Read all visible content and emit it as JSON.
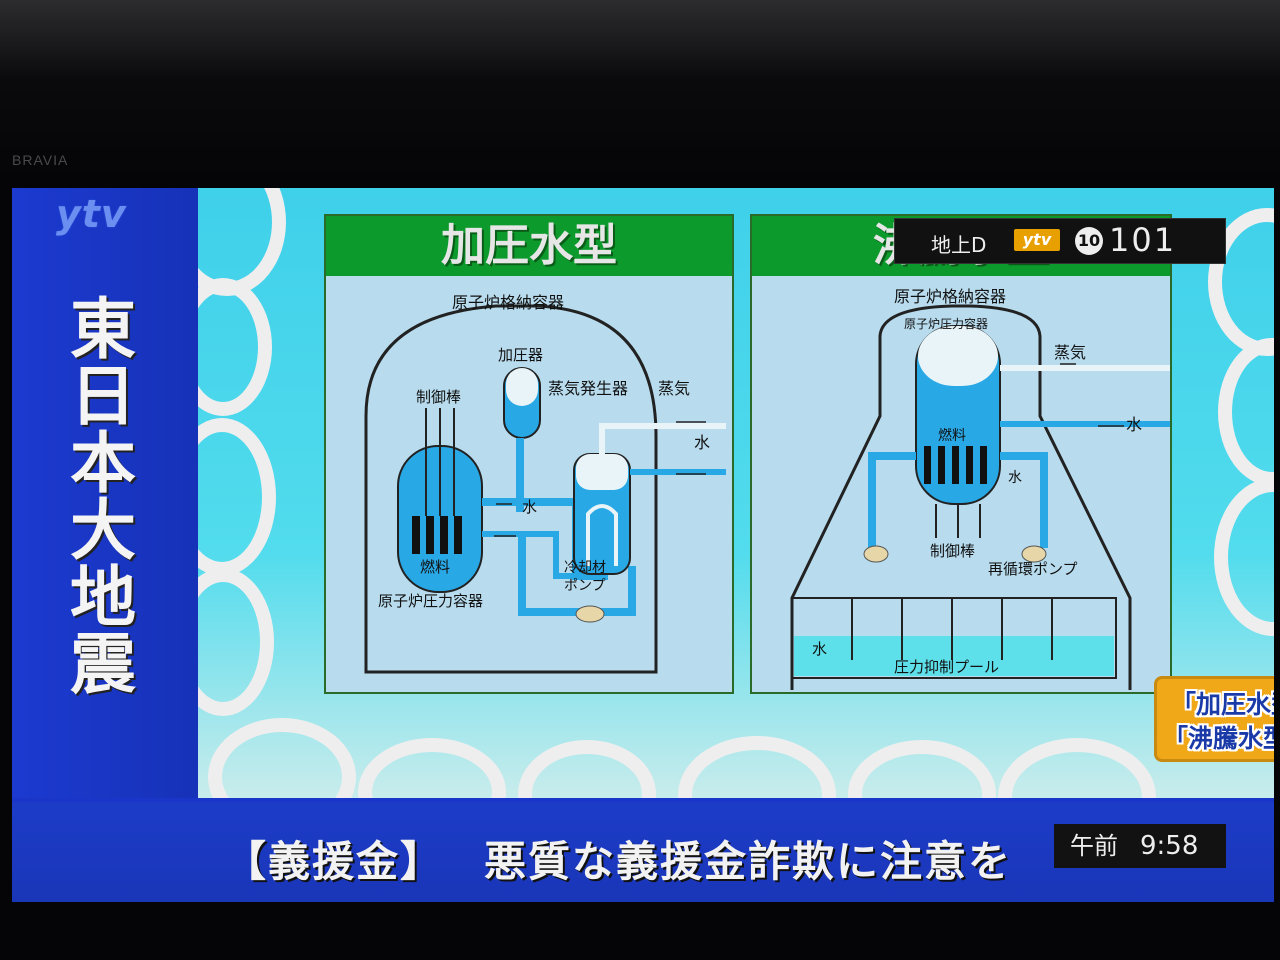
{
  "tv": {
    "brand": "BRAVIA"
  },
  "channel_logo": "ytv",
  "side_title": "東日本大地震",
  "panels": {
    "pwr": {
      "title": "加圧水型",
      "labels": {
        "containment": "原子炉格納容器",
        "pressurizer": "加圧器",
        "control_rods": "制御棒",
        "steam_generator": "蒸気発生器",
        "steam": "蒸気",
        "water_out": "水",
        "water_in": "水",
        "fuel": "燃料",
        "coolant_pump_1": "冷却材",
        "coolant_pump_2": "ポンプ",
        "pressure_vessel": "原子炉圧力容器"
      }
    },
    "bwr": {
      "title": "沸騰水型",
      "labels": {
        "containment": "原子炉格納容器",
        "pressure_vessel": "原子炉圧力容器",
        "steam": "蒸気",
        "water_in": "水",
        "fuel": "燃料",
        "water_inner": "水",
        "control_rods": "制御棒",
        "recirculation_pump": "再循環ポンプ",
        "pool_water": "水",
        "suppression_pool": "圧力抑制プール"
      }
    }
  },
  "osd": {
    "mode": "地上D",
    "logo": "ytv",
    "channel_badge": "10",
    "number": "101"
  },
  "caption": {
    "line1": "「加圧水型」と",
    "line2": "「沸騰水型」の違い"
  },
  "ticker": {
    "category": "【義援金】",
    "headline": "悪質な義援金詐欺に注意を"
  },
  "clock": {
    "ampm": "午前",
    "time": "9:58"
  },
  "colors": {
    "panel_title_bg": "#0c9a2c",
    "diagram_bg": "#b8dcee",
    "water": "#29a8e6",
    "ticker_bg": "#1a36c8",
    "caption_bg": "#f0a818"
  }
}
